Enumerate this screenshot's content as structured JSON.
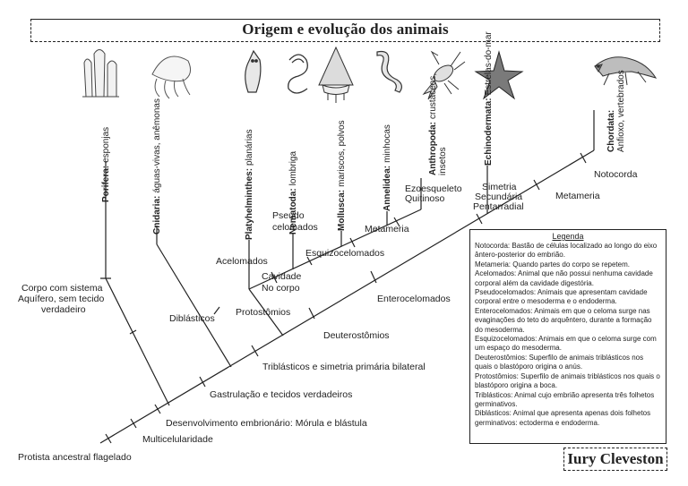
{
  "title": "Origem e evolução dos animais",
  "author": "Iury Cleveston",
  "root_label": "Protista ancestral flagelado",
  "groups": [
    {
      "name": "Porifera:",
      "desc": "esponjas"
    },
    {
      "name": "Cnidaria:",
      "desc": "águas-vivas, anêmonas"
    },
    {
      "name": "Platyhelminthes:",
      "desc": "planárias"
    },
    {
      "name": "Nematoda:",
      "desc": "lombriga"
    },
    {
      "name": "Mollusca:",
      "desc": "mariscos, polvos"
    },
    {
      "name": "Annelidea:",
      "desc": "minhocas"
    },
    {
      "name": "Anthropoda:",
      "desc_lines": [
        "crustáceos,",
        "insetos"
      ]
    },
    {
      "name": "Echinodermata:",
      "desc": "Estrelas-do-mar"
    },
    {
      "name": "Chordata:",
      "desc": "Anfioxo, vertebrados"
    }
  ],
  "traits": {
    "multicelularidade": "Multicelularidade",
    "desenvolvimento": "Desenvolvimento embrionário: Mórula e blástula",
    "gastrulacao": "Gastrulação e tecidos verdadeiros",
    "triblasticos": "Triblásticos e simetria primária bilateral",
    "diblasticos": "Diblásticos",
    "corpo_sistema": [
      "Corpo com sistema",
      "Aquífero, sem tecido",
      "verdadeiro"
    ],
    "protostomios": "Protostômios",
    "deuterostomios": "Deuterostômios",
    "enterocelomados": "Enterocelomados",
    "acelomados": "Acelomados",
    "cavidade": [
      "Cavidade",
      "No corpo"
    ],
    "pseudocelomados": [
      "Pseudo",
      "celomados"
    ],
    "esquizocelomados": "Esquizocelomados",
    "metameria_left": "Metameria",
    "exoesqueleto": [
      "Ezoesqueleto",
      "Quitinoso"
    ],
    "simetria": [
      "Simetria",
      "Secundária",
      "Pentarradial"
    ],
    "metameria_right": "Metameria",
    "notocorda": "Notocorda"
  },
  "legend": {
    "title": "Legenda",
    "items": [
      "Notocorda: Bastão de células localizado ao longo do eixo ântero-posterior do embrião.",
      "Metameria: Quando partes do corpo se repetem.",
      "Acelomados: Animal que não possui nenhuma cavidade corporal além da cavidade digestória.",
      "Pseudocelomados: Animais que apresentam cavidade corporal entre o mesoderma e o endoderma.",
      "Enterocelomados: Animais em que o celoma surge nas evaginações do teto do arquêntero, durante a formação do mesoderma.",
      "Esquizocelomados: Animais em que o celoma surge com um espaço do mesoderma.",
      "Deuterostômios: Superfilo de animais triblásticos nos quais o blastóporo origina o anús.",
      "Protostômios: Superfilo de animais triblásticos nos quais o blastóporo origina a boca.",
      "Triblásticos: Animal cujo embrião apresenta três folhetos germinativos.",
      "Diblásticos: Animal que apresenta apenas dois folhetos germinativos: ectoderma e endoderma."
    ]
  }
}
